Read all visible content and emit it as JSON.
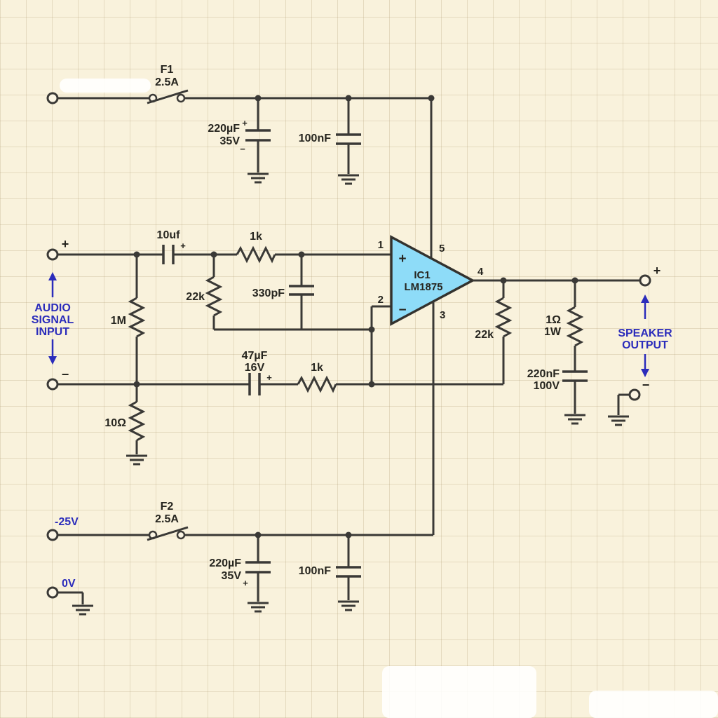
{
  "colors": {
    "wire": "#3a3936",
    "label": "#26251f",
    "accent_blue": "#2b2cbb",
    "ic_fill": "#8edcf8",
    "background": "#f9f2dc"
  },
  "rails": {
    "top": {
      "fuse_ref": "F1",
      "fuse_rating": "2.5A",
      "elec_cap": "220µF",
      "elec_cap_v": "35V",
      "elec_plus": "+",
      "elec_minus": "−",
      "film_cap": "100nF"
    },
    "bottom": {
      "label": "-25V",
      "fuse_ref": "F2",
      "fuse_rating": "2.5A",
      "elec_cap": "220µF",
      "elec_cap_v": "35V",
      "elec_plus": "+",
      "film_cap": "100nF",
      "zero": "0V"
    }
  },
  "input": {
    "plus": "+",
    "minus": "−",
    "label_line1": "AUDIO",
    "label_line2": "SIGNAL",
    "label_line3": "INPUT",
    "coupling_cap": "10uf",
    "coupling_plus": "+",
    "r_bias": "1M",
    "r_series": "1k",
    "r_shunt": "22k",
    "c_comp": "330pF",
    "r_gnd": "10Ω"
  },
  "feedback": {
    "cap": "47µF",
    "cap_v": "16V",
    "cap_plus": "+",
    "r1": "1k",
    "r2": "22k"
  },
  "ic": {
    "ref": "IC1",
    "part": "LM1875",
    "plus": "+",
    "minus": "−",
    "pin1": "1",
    "pin2": "2",
    "pin3": "3",
    "pin4": "4",
    "pin5": "5"
  },
  "output": {
    "plus": "+",
    "minus": "−",
    "label_line1": "SPEAKER",
    "label_line2": "OUTPUT",
    "zobel_r": "1Ω",
    "zobel_r_w": "1W",
    "zobel_c": "220nF",
    "zobel_c_v": "100V"
  }
}
